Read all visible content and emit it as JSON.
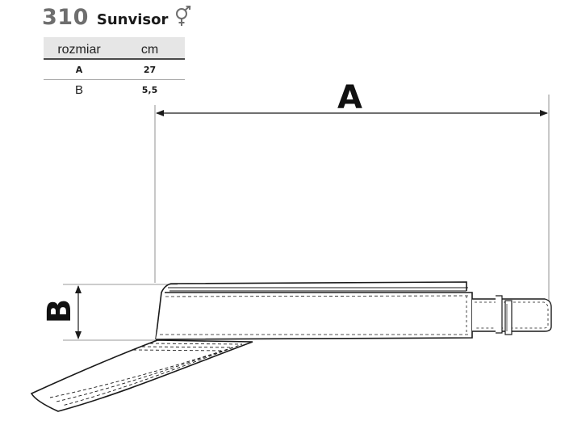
{
  "header": {
    "product_number": "310",
    "product_name": "Sunvisor",
    "gender_icon": "unisex-gender-icon"
  },
  "size_table": {
    "column_size": "rozmiar",
    "column_unit": "cm",
    "rows": [
      {
        "label": "A",
        "value": "27"
      },
      {
        "label": "B",
        "value": "5,5"
      }
    ]
  },
  "dimensions": {
    "a_label": "A",
    "b_label": "B"
  },
  "colors": {
    "number_gray": "#6e6e6e",
    "line": "#1a1a1a"
  }
}
